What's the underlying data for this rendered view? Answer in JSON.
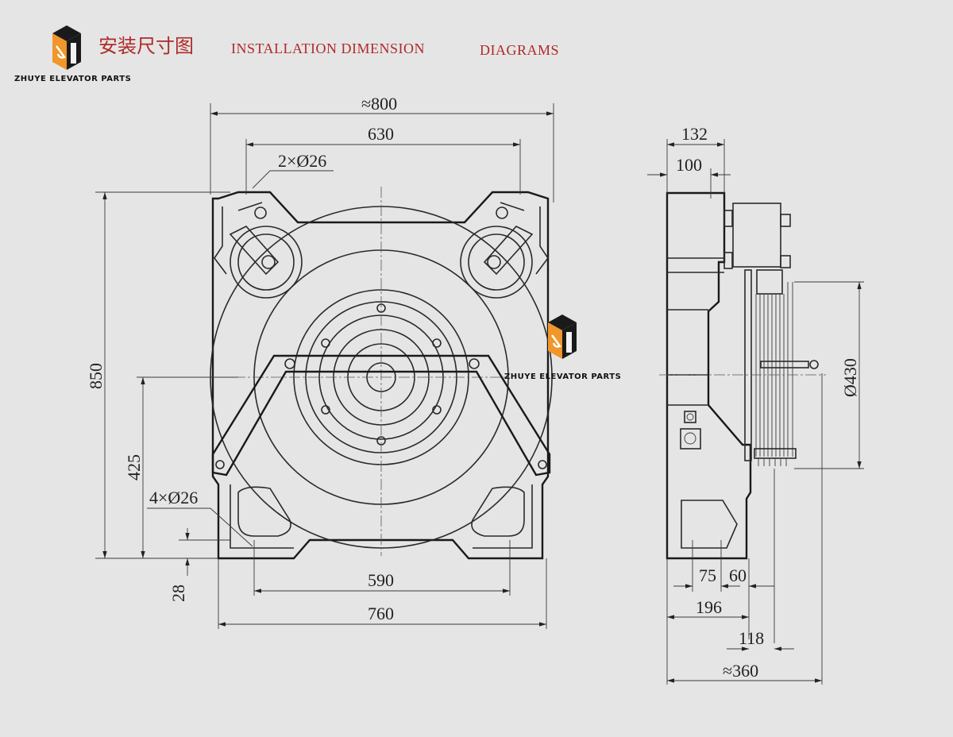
{
  "header": {
    "title_cn": "安装尺寸图",
    "title_en_1": "INSTALLATION DIMENSION",
    "title_en_2": "DIAGRAMS"
  },
  "logo": {
    "brand": "ZHUYE ELEVATOR PARTS",
    "colors": {
      "orange": "#f0962a",
      "dark": "#1a1a1a"
    }
  },
  "watermark": {
    "brand": "ZHUYE ELEVATOR PARTS"
  },
  "front_view": {
    "overall_width": "≈800",
    "brake_spacing": "630",
    "brake_holes": "2×Ø26",
    "height": "850",
    "center_height": "425",
    "base_holes": "4×Ø26",
    "base_thickness": "28",
    "hole_spacing": "590",
    "base_width": "760"
  },
  "side_view": {
    "top_width": "132",
    "top_offset": "100",
    "sheave_diameter": "Ø430",
    "hole_a": "75",
    "hole_b": "60",
    "base_depth": "196",
    "sheave_offset": "118",
    "overall_depth": "≈360"
  },
  "colors": {
    "title": "#b02a2a",
    "line": "#2a2a2a",
    "background": "#e5e5e5"
  }
}
